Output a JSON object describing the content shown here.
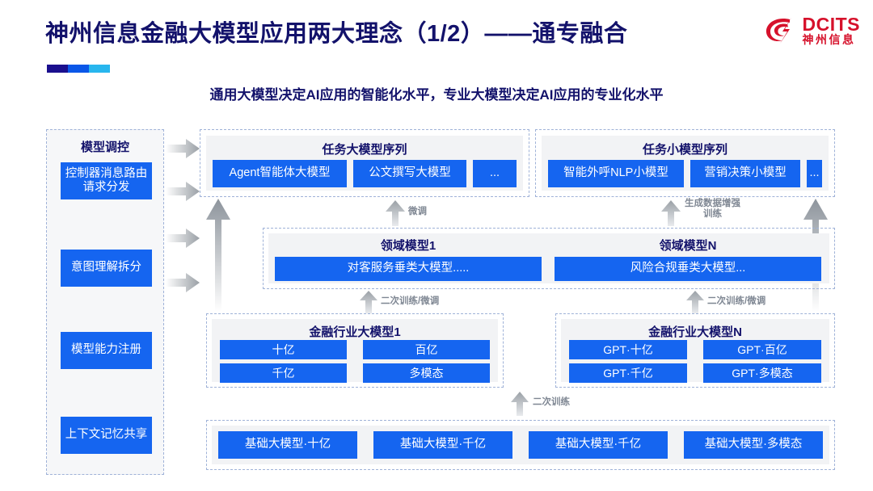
{
  "header": {
    "title": "神州信息金融大模型应用两大理念（1/2）——通专融合",
    "subtitle": "通用大模型决定AI应用的智能化水平，专业大模型决定AI应用的专业化水平",
    "logo_en": "DCITS",
    "logo_cn": "神州信息",
    "accent_dark": "#1a0f8e",
    "accent_blue": "#0a57e8",
    "accent_cyan": "#28b6ee",
    "title_color": "#13126b",
    "box_blue": "#1565f0",
    "logo_red": "#d6112b"
  },
  "sidebar": {
    "title": "模型调控",
    "items": [
      {
        "label": "控制器消息路由请求分发"
      },
      {
        "label": "意图理解拆分"
      },
      {
        "label": "模型能力注册"
      },
      {
        "label": "上下文记忆共享"
      }
    ]
  },
  "flow": {
    "task_layer": {
      "left": {
        "title": "任务大模型序列",
        "boxes": [
          {
            "label": "Agent智能体大模型"
          },
          {
            "label": "公文撰写大模型"
          },
          {
            "label": "..."
          }
        ]
      },
      "right": {
        "title": "任务小模型序列",
        "boxes": [
          {
            "label": "智能外呼NLP小模型"
          },
          {
            "label": "营销决策小模型"
          },
          {
            "label": "..."
          }
        ]
      }
    },
    "domain_layer": {
      "left": {
        "title": "领域模型1",
        "box": "对客服务垂类大模型....."
      },
      "right": {
        "title": "领域模型N",
        "box": "风险合规垂类大模型..."
      }
    },
    "industry_layer": {
      "left": {
        "title": "金融行业大模型1",
        "boxes": [
          {
            "label": "十亿"
          },
          {
            "label": "百亿"
          },
          {
            "label": "千亿"
          },
          {
            "label": "多模态"
          }
        ]
      },
      "right": {
        "title": "金融行业大模型N",
        "boxes": [
          {
            "label": "GPT·十亿"
          },
          {
            "label": "GPT·百亿"
          },
          {
            "label": "GPT·千亿"
          },
          {
            "label": "GPT·多模态"
          }
        ]
      }
    },
    "foundation_layer": {
      "boxes": [
        {
          "label": "基础大模型·十亿"
        },
        {
          "label": "基础大模型·千亿"
        },
        {
          "label": "基础大模型·千亿"
        },
        {
          "label": "基础大模型·多模态"
        }
      ]
    },
    "arrow_labels": {
      "fine_tune": "微调",
      "data_augment": "生成数据增强\n训练",
      "retrain_tune_left": "二次训练/微调",
      "retrain_tune_right": "二次训练/微调",
      "retrain": "二次训练"
    }
  }
}
